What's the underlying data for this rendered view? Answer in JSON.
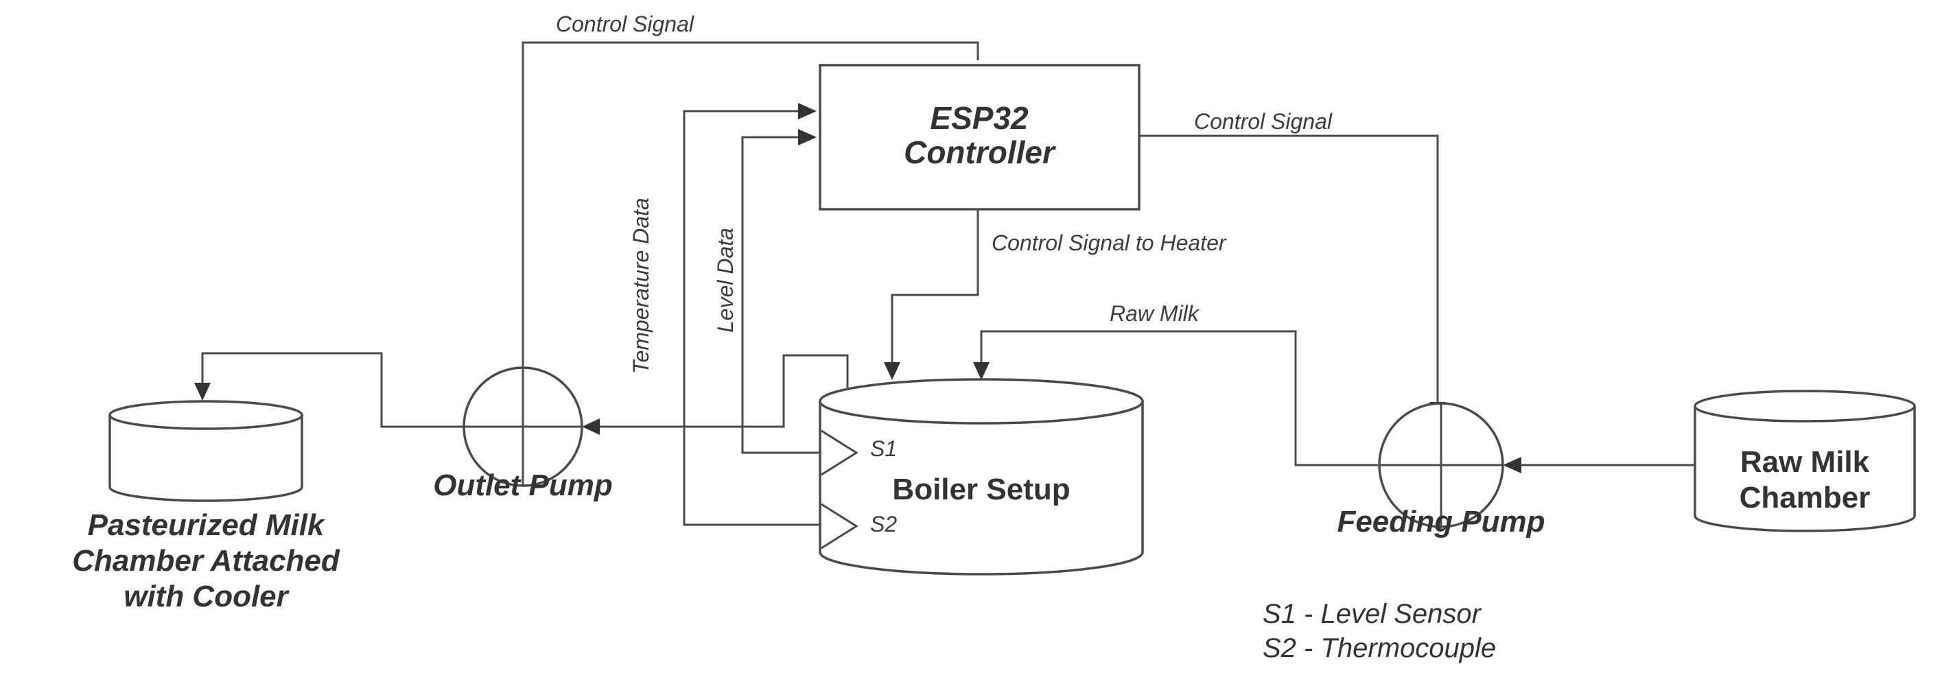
{
  "diagram": {
    "controller_line1": "ESP32",
    "controller_line2": "Controller",
    "control_signal_top": "Control Signal",
    "control_signal_right": "Control Signal",
    "control_signal_heater": "Control Signal to Heater",
    "temperature_data": "Temperature Data",
    "level_data": "Level Data",
    "raw_milk_flow": "Raw Milk",
    "boiler": "Boiler Setup",
    "sensor_s1": "S1",
    "sensor_s2": "S2",
    "outlet_pump": "Outlet Pump",
    "feeding_pump": "Feeding Pump",
    "pasteurized_line1": "Pasteurized Milk",
    "pasteurized_line2": "Chamber Attached",
    "pasteurized_line3": "with Cooler",
    "raw_chamber_line1": "Raw Milk",
    "raw_chamber_line2": "Chamber",
    "legend_s1": "S1 - Level Sensor",
    "legend_s2": "S2 - Thermocouple"
  }
}
